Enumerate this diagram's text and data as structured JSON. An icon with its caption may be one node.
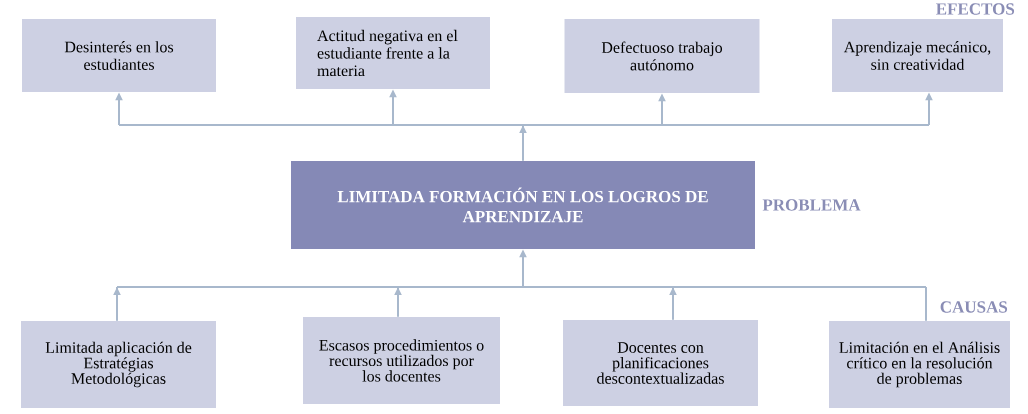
{
  "diagram": {
    "nodes": [
      {
        "text": [
          "Desinterés en los estudiantes"
        ]
      },
      {
        "text": [
          "Actitud negativa en el estudiante frente a la materia"
        ]
      },
      {
        "text": [
          "Defectuoso trabajo autónomo"
        ]
      },
      {
        "text": [
          "Aprendizaje mecánico, sin creatividad"
        ]
      },
      {
        "text": [
          "LIMITADA FORMACIÓN EN LOS LOGROS DE APRENDIZAJE"
        ],
        "beside": [
          "PROBLEMA"
        ]
      },
      {
        "text": [
          "Limitada aplicación de Estratégias Metodológicas"
        ]
      },
      {
        "text": [
          "Escasos procedimientos o recursos utilizados por los docentes"
        ]
      },
      {
        "text": [
          "Docentes con planificaciones descontextualizadas"
        ]
      },
      {
        "text": [
          "Limitación en el Análisis crítico en la resolución de problemas"
        ]
      }
    ],
    "edges": [
      {
        "from": 4,
        "to": 0,
        "arrow": "to"
      },
      {
        "from": 4,
        "to": 1,
        "arrow": "to"
      },
      {
        "from": 4,
        "to": 2,
        "arrow": "to"
      },
      {
        "from": 4,
        "to": 3,
        "arrow": "to"
      },
      {
        "from": 5,
        "to": 4,
        "arrow": "to"
      },
      {
        "from": 6,
        "to": 4,
        "arrow": "to"
      },
      {
        "from": 7,
        "to": 4,
        "arrow": "to"
      },
      {
        "from": 8,
        "to": 4,
        "arrow": "to"
      }
    ],
    "labels": [
      "EFECTOS",
      "CAUSAS"
    ]
  }
}
